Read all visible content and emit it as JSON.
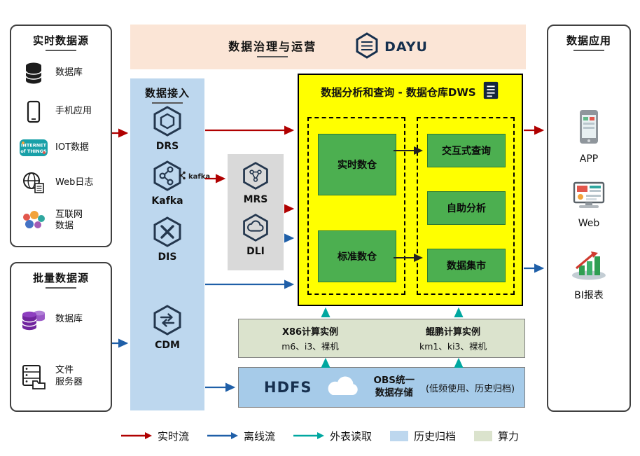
{
  "banner": {
    "title": "数据治理与运营",
    "logo": "DAYU"
  },
  "realtime_sources": {
    "title": "实时数据源",
    "items": [
      {
        "label": "数据库"
      },
      {
        "label": "手机应用"
      },
      {
        "label": "IOT数据"
      },
      {
        "label": "Web日志"
      },
      {
        "label": "互联网\n数据"
      }
    ]
  },
  "batch_sources": {
    "title": "批量数据源",
    "items": [
      {
        "label": "数据库"
      },
      {
        "label": "文件\n服务器"
      }
    ]
  },
  "ingestion": {
    "title": "数据接入",
    "items": [
      {
        "label": "DRS"
      },
      {
        "label": "Kafka",
        "badge": "kafka"
      },
      {
        "label": "DIS"
      },
      {
        "label": "CDM"
      }
    ]
  },
  "middleware": {
    "items": [
      {
        "label": "MRS"
      },
      {
        "label": "DLI"
      }
    ]
  },
  "dws": {
    "title": "数据分析和查询 - 数据仓库DWS",
    "warehouse_group": [
      {
        "label": "实时数仓"
      },
      {
        "label": "标准数仓"
      }
    ],
    "query_group": [
      {
        "label": "交互式查询"
      },
      {
        "label": "自助分析"
      },
      {
        "label": "数据集市"
      }
    ]
  },
  "compute_instances": {
    "x86": {
      "title": "X86计算实例",
      "subtitle": "m6、i3、裸机"
    },
    "kunpeng": {
      "title": "鲲鹏计算实例",
      "subtitle": "km1、ki3、裸机"
    }
  },
  "storage": {
    "hdfs": "HDFS",
    "obs_line1": "OBS统一",
    "obs_line2": "数据存储",
    "note": "(低频使用、历史归档)"
  },
  "applications": {
    "title": "数据应用",
    "items": [
      {
        "label": "APP"
      },
      {
        "label": "Web"
      },
      {
        "label": "BI报表"
      }
    ]
  },
  "legend": {
    "items": [
      {
        "label": "实时流",
        "type": "arrow",
        "color": "#b00000"
      },
      {
        "label": "离线流",
        "type": "arrow",
        "color": "#1f5fa8"
      },
      {
        "label": "外表读取",
        "type": "arrow",
        "color": "#00a7a0"
      },
      {
        "label": "历史归档",
        "type": "swatch",
        "color": "#bdd7ee"
      },
      {
        "label": "算力",
        "type": "swatch",
        "color": "#dbe3cd"
      }
    ]
  },
  "colors": {
    "banner_bg": "#fbe5d6",
    "ingestion_bg": "#bdd7ee",
    "middleware_bg": "#d9d9d9",
    "dws_bg": "#ffff00",
    "module_green": "#4caf50",
    "compute_bg": "#dbe3cd",
    "storage_bg": "#a6cbe9"
  }
}
